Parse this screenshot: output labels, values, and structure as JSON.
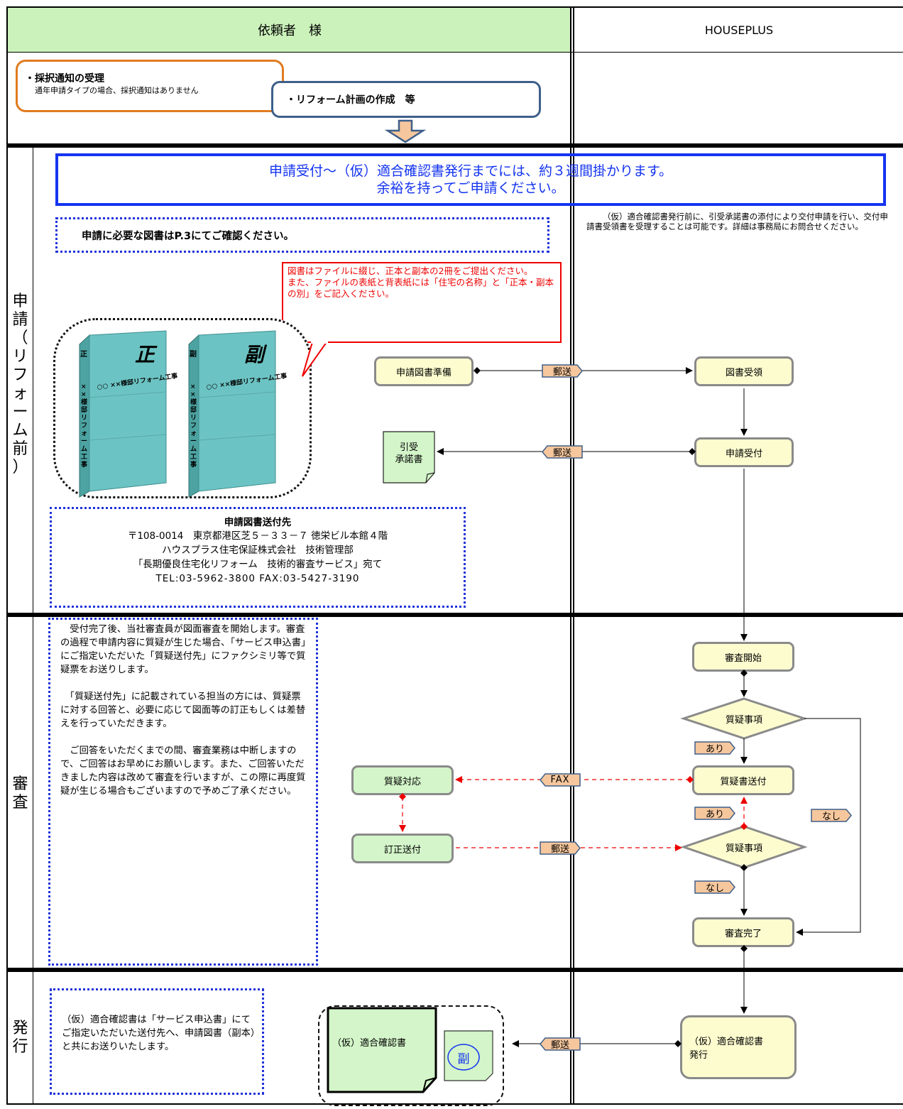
{
  "header": {
    "requester": "依頼者　様",
    "company": "HOUSEPLUS"
  },
  "pre": {
    "acceptance_title": "・採択通知の受理",
    "acceptance_note": "通年申請タイプの場合、採択通知はありません",
    "plan_label": "・リフォーム計画の作成　等"
  },
  "sections": {
    "apply": [
      "申",
      "請",
      "（",
      "リ",
      "フ",
      "ォ",
      "ー",
      "ム",
      "前",
      "）"
    ],
    "review": [
      "審",
      "査"
    ],
    "issue": [
      "発",
      "行"
    ]
  },
  "apply": {
    "banner_line1": "申請受付～（仮）適合確認書発行までには、約３週間掛かります。",
    "banner_line2": "余裕を持ってご申請ください。",
    "docs_note": "申請に必要な図書はP.3にてご確認ください。",
    "right_note": "（仮）適合確認書発行前に、引受承諾書の添付により交付申請を行い、交付申請書受領書を受理することは可能です。詳細は事務局にお問合せください。",
    "red_note": "図書はファイルに綴じ、正本と副本の2冊をご提出ください。\nまた、ファイルの表紙と背表紙には「住宅の名称」と「正本・副本の別」をご記入ください。",
    "binder1_big": "正",
    "binder1_spine": "正",
    "binder2_big": "副",
    "binder2_spine": "副",
    "binder_cover_text": "○○ ××様邸リフォーム工事",
    "binder_spine_text": "××様邸リフォーム工事",
    "node_prepare": "申請図書準備",
    "node_receive_docs": "図書受領",
    "node_accept": "申請受付",
    "doc_consent": "引受\n承諾書",
    "tag_mail1": "郵送",
    "tag_mail2": "郵送",
    "address_title": "申請図書送付先",
    "address_lines": [
      "〒108-0014　東京都港区芝５－３３－７ 徳栄ビル本館４階",
      "ハウスプラス住宅保証株式会社　技術管理部",
      "「長期優良住宅化リフォーム　技術的審査サービス」宛て",
      "TEL:03-5962-3800 FAX:03-5427-3190"
    ]
  },
  "review": {
    "note_p1": "　受付完了後、当社審査員が図面審査を開始します。審査の過程で申請内容に質疑が生じた場合、「サービス申込書」にご指定いただいた「質疑送付先」にファクシミリ等で質疑票をお送りします。",
    "note_p2": "　「質疑送付先」に記載されている担当の方には、質疑票に対する回答と、必要に応じて図面等の訂正もしくは差替えを行っていただきます。",
    "note_p3": "　ご回答をいただくまでの間、審査業務は中断しますので、ご回答はお早めにお願いします。また、ご回答いただきました内容は改めて審査を行いますが、この際に再度質疑が生じる場合もございますので予めご了承ください。",
    "node_start": "審査開始",
    "node_q1": "質疑事項",
    "node_send_q": "質疑書送付",
    "node_q2": "質疑事項",
    "node_done": "審査完了",
    "node_respond": "質疑対応",
    "node_correct": "訂正送付",
    "tag_yes1": "あり",
    "tag_yes2": "あり",
    "tag_no1": "なし",
    "tag_no2": "なし",
    "tag_fax": "FAX",
    "tag_mail": "郵送"
  },
  "issue": {
    "note": "（仮）適合確認書は「サービス申込書」にてご指定いただいた送付先へ、申請図書（副本）と共にお送りいたします。",
    "certificate": "（仮）適合確認書",
    "copy_mark": "副",
    "node_issue": "（仮）適合確認書\n発行",
    "tag_mail": "郵送"
  }
}
